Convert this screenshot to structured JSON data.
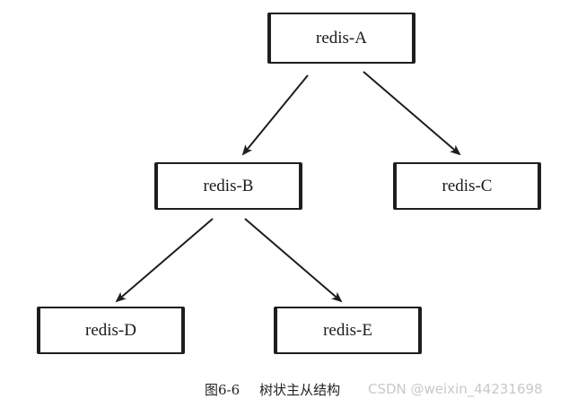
{
  "diagram": {
    "nodes": [
      {
        "id": "node-a",
        "label": "redis-A"
      },
      {
        "id": "node-b",
        "label": "redis-B"
      },
      {
        "id": "node-c",
        "label": "redis-C"
      },
      {
        "id": "node-d",
        "label": "redis-D"
      },
      {
        "id": "node-e",
        "label": "redis-E"
      }
    ],
    "edges": [
      {
        "from": "redis-A",
        "to": "redis-B"
      },
      {
        "from": "redis-A",
        "to": "redis-C"
      },
      {
        "from": "redis-B",
        "to": "redis-D"
      },
      {
        "from": "redis-B",
        "to": "redis-E"
      }
    ],
    "colors": {
      "stroke": "#1e1e1e",
      "watermark": "#c9c9c9"
    }
  },
  "caption": {
    "figure_number": "图6-6",
    "title": "树状主从结构"
  },
  "watermark": {
    "text": "CSDN @weixin_44231698"
  }
}
